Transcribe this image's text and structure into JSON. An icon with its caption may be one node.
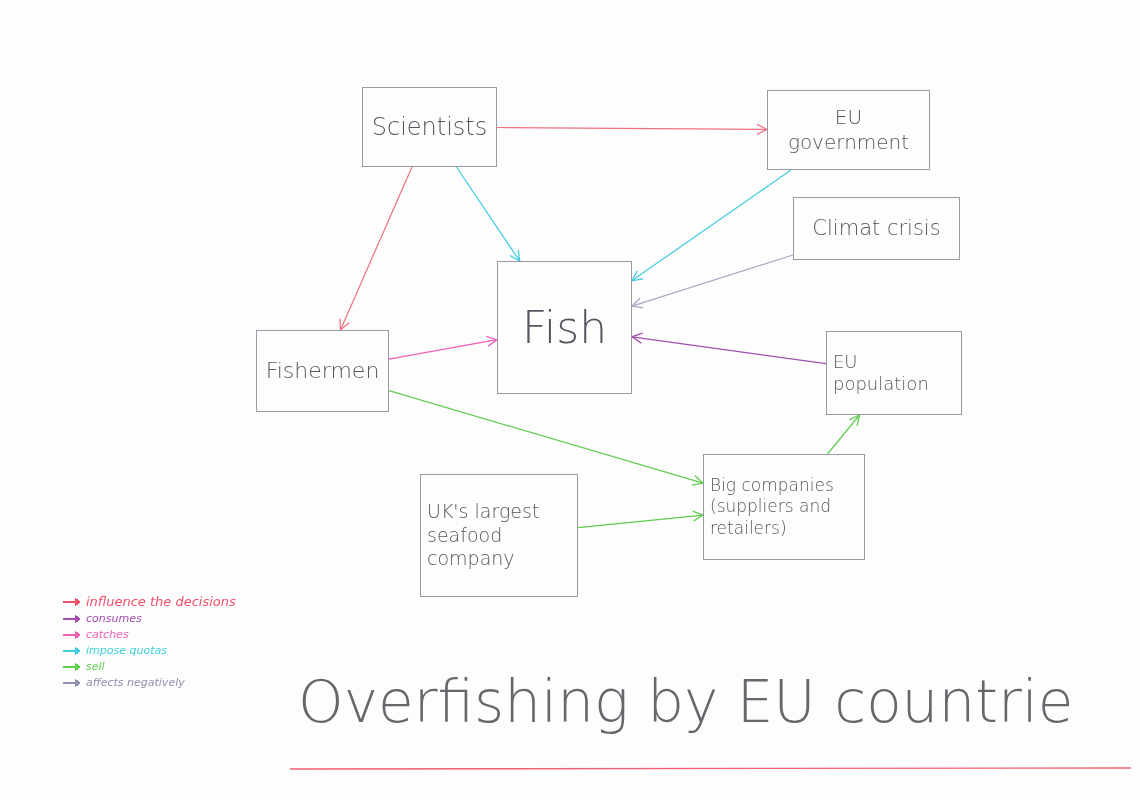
{
  "diagram": {
    "title": "Overfishing by EU countrie",
    "nodes": [
      {
        "text": [
          "Scientists"
        ]
      },
      {
        "text": [
          "EU government"
        ]
      },
      {
        "text": [
          "Climat crisis"
        ]
      },
      {
        "text": [
          "Fish"
        ]
      },
      {
        "text": [
          "Fishermen"
        ]
      },
      {
        "text": [
          "EU population"
        ]
      },
      {
        "text": [
          "UK's largest seafood company"
        ]
      },
      {
        "text": [
          "Big companies (suppliers and retailers)"
        ]
      }
    ],
    "edges": [
      {
        "from": 0,
        "to": 1,
        "arrow": "to",
        "color": "#f0707e"
      },
      {
        "from": 0,
        "to": 4,
        "arrow": "to",
        "color": "#f0707e"
      },
      {
        "from": 0,
        "to": 3,
        "arrow": "to",
        "color": "#40cce0"
      },
      {
        "from": 1,
        "to": 3,
        "arrow": "to",
        "color": "#40cce0"
      },
      {
        "from": 2,
        "to": 3,
        "arrow": "to",
        "color": "#a8a8c8"
      },
      {
        "from": 4,
        "to": 3,
        "arrow": "to",
        "color": "#f060b8"
      },
      {
        "from": 5,
        "to": 3,
        "arrow": "to",
        "color": "#a050b0"
      },
      {
        "from": 4,
        "to": 7,
        "arrow": "to",
        "color": "#60cc50"
      },
      {
        "from": 6,
        "to": 7,
        "arrow": "to",
        "color": "#60cc50"
      },
      {
        "from": 7,
        "to": 5,
        "arrow": "to",
        "color": "#60cc50"
      }
    ],
    "legend": [
      {
        "text": "influence the decisions",
        "color": "#f0506a"
      },
      {
        "text": "consumes",
        "color": "#a64db0"
      },
      {
        "text": "catches",
        "color": "#f060b0"
      },
      {
        "text": "impose quotas",
        "color": "#40d0e0"
      },
      {
        "text": "sell",
        "color": "#60d050"
      },
      {
        "text": "affects negatively",
        "color": "#9090b0"
      }
    ]
  }
}
